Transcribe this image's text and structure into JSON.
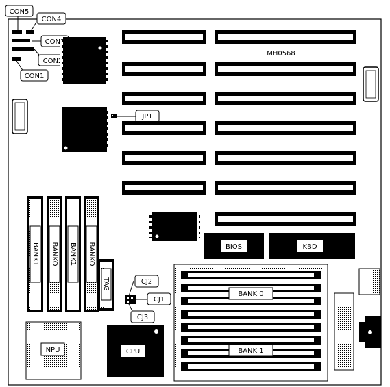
{
  "model": "MH0568",
  "connectors": [
    "CON5",
    "CON4",
    "CON3",
    "CON2",
    "CON1"
  ],
  "jumpers": [
    "JP1",
    "CJ2",
    "CJ1",
    "CJ3"
  ],
  "simm_banks": [
    "BANK1",
    "BANKO",
    "BANK1",
    "BANKO"
  ],
  "tag": "TAG",
  "chips": {
    "bios": "BIOS",
    "kbd": "KBD",
    "npu": "NPU",
    "cpu": "CPU"
  },
  "cache_banks": [
    "BANK 0",
    "BANK 1"
  ],
  "colors": {
    "ink": "#000000",
    "paper": "#ffffff"
  }
}
